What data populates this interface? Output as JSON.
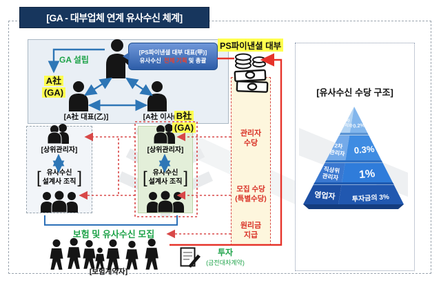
{
  "diagram_title": "[GA - 대부업체 연계 유사수신 체계]",
  "ga_section": {
    "ga_setup_label": "GA 설립",
    "a_company_line1": "A社",
    "a_company_line2": "(GA)",
    "ceo_callout_line1": "[PS파이낸셜 대부 대표(甲)]",
    "ceo_callout_line2_prefix": "유사수신",
    "ceo_callout_line2_highlight": "전체 기획",
    "ceo_callout_line2_suffix": "및 총괄",
    "a_ceo_label": "[A社 대표(乙)]",
    "a_director_label": "[A社 이사(丙)]"
  },
  "b_company_line1": "B社",
  "b_company_line2": "(GA)",
  "left_org": {
    "manager_label": "[상위관리자]",
    "org_line1": "유사수신",
    "org_line2": "설계사 조직"
  },
  "right_org": {
    "manager_label": "[상위관리자]",
    "org_line1": "유사수신",
    "org_line2": "설계사 조직"
  },
  "lender": {
    "name": "PS파이낸셜 대부",
    "fee1_line1": "관리자",
    "fee1_line2": "수당",
    "fee2_line1": "모집 수당",
    "fee2_line2": "(특별수당)",
    "fee3_line1": "원리금",
    "fee3_line2": "지급"
  },
  "bottom_section": {
    "recruit_label": "보험 및 유사수신 모집",
    "policyholders_label": "[보험계약자]",
    "invest_line1": "투자",
    "invest_line2": "(금전대차계약)"
  },
  "commission_panel": {
    "title": "[유사수신 수당 구조]"
  },
  "chart_data": {
    "type": "pyramid",
    "title": "[유사수신 수당 구조]",
    "tiers": [
      {
        "level_line1": "3차",
        "level_line2": "관리자",
        "rate": "0.2%"
      },
      {
        "level_line1": "2차",
        "level_line2": "관리자",
        "rate": "0.3%"
      },
      {
        "level_line1": "직상위",
        "level_line2": "관리자",
        "rate": "1%"
      },
      {
        "level_line1": "영업자",
        "level_line2": "",
        "rate": "투자금의 3%"
      }
    ],
    "colors": {
      "tier1": "#82b6ec",
      "tier2": "#3f8ce2",
      "tier3": "#2f7cda",
      "tier4": "#2158b0",
      "accent_red": "#e6332a",
      "accent_blue": "#2e76b6",
      "highlight_yellow": "#ffff4f",
      "green_text": "#1ea349",
      "navy_title": "#17365d"
    }
  }
}
